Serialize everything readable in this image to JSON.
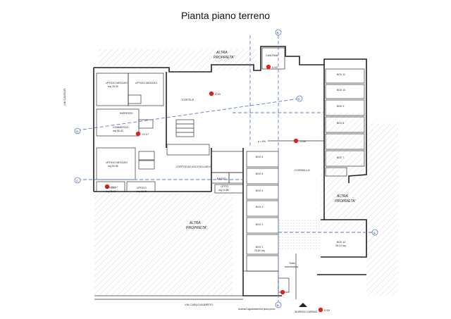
{
  "title": "Pianta piano terreno",
  "labels": {
    "altra_top": "ALTRA",
    "altra_top2": "PROPRIETA'",
    "altra_right": "ALTRA",
    "altra_right2": "PROPRIETA'",
    "altra_bottom": "ALTRA",
    "altra_bottom2": "PROPRIETA'",
    "cantina": "CANTINA",
    "cortile": "CORTILE",
    "corsello": "CORSELLO",
    "ingresso": "INGRESSO",
    "commercio": "COMMERCIO",
    "commercio_area": "mq 56.40",
    "ufficio_negozio_1": "UFFICIO NEGOZIO",
    "ufficio_negozio_1_area": "mq 78.29",
    "ufficio_negozio_2": "UFFICIO NEGOZIO",
    "ufficio_negozio_3": "UFFICIO NEGOZIO",
    "ufficio_negozio_3_area": "mq 53.35",
    "ufficio_1": "UFFICIO",
    "ufficio_1_area": "mq 16.11",
    "ufficio_2": "UFFICIO",
    "ufficio_2_area": "mq 16.86",
    "cortile_uso_esclusivo": "CORTILE AD USO ESCLUSIVO",
    "bagno": "BAGNO",
    "letto": "LETTO",
    "letto_area": "mq 10.86",
    "box_11": "BOX 11",
    "box_10": "BOX 10",
    "box_9": "BOX 9",
    "box_8": "BOX 8",
    "box_7": "BOX 7",
    "box_6": "BOX 6",
    "box_5": "BOX 5",
    "box_4": "BOX 4",
    "box_3": "BOX 3",
    "box_2": "BOX 2",
    "box_1": "BOX 1",
    "box_12": "BOX 12",
    "box_12_area": "26.14 mq",
    "box_1_area": "23.60 mq",
    "tratto": "Tratto",
    "tratto2": "autorimessa",
    "street_bottom": "VIA CARLO ALBERTO",
    "street_left": "VIA CAVOUR",
    "accesso": "Accesso appartamenti al piano primo",
    "ingresso_carraio": "INGRESSO CARRAIO",
    "levels": [
      "0.00",
      "-0.60",
      "+0.17",
      "+0.17",
      "-0.60",
      "0.00",
      "0.00"
    ],
    "section_a": "A",
    "section_b": "B",
    "section_c": "C",
    "section_d": "D",
    "slope": "p = 6%"
  }
}
